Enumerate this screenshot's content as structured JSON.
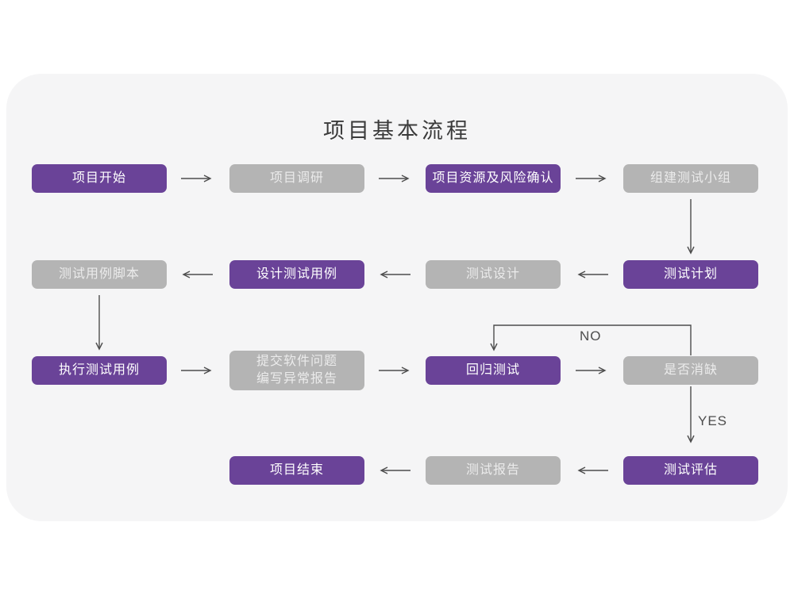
{
  "title": "项目基本流程",
  "colors": {
    "purple": "#6a4398",
    "gray_box": "#b4b4b4",
    "card_bg": "#f5f5f6",
    "arrow": "#4d4d4d",
    "purple_text": "#ffffff",
    "gray_text": "#ebebeb",
    "title_text": "#3b3b3b"
  },
  "branch_labels": {
    "no": "NO",
    "yes": "YES"
  },
  "nodes": [
    {
      "label": "项目开始",
      "variant": "purple"
    },
    {
      "label": "项目调研",
      "variant": "gray"
    },
    {
      "label": "项目资源及风险确认",
      "variant": "purple"
    },
    {
      "label": "组建测试小组",
      "variant": "gray"
    },
    {
      "label": "测试计划",
      "variant": "purple"
    },
    {
      "label": "测试设计",
      "variant": "gray"
    },
    {
      "label": "设计测试用例",
      "variant": "purple"
    },
    {
      "label": "测试用例脚本",
      "variant": "gray"
    },
    {
      "label": "执行测试用例",
      "variant": "purple"
    },
    {
      "label": "提交软件问题\n编写异常报告",
      "variant": "gray"
    },
    {
      "label": "回归测试",
      "variant": "purple"
    },
    {
      "label": "是否消缺",
      "variant": "gray"
    },
    {
      "label": "测试评估",
      "variant": "purple"
    },
    {
      "label": "测试报告",
      "variant": "gray"
    },
    {
      "label": "项目结束",
      "variant": "purple"
    }
  ]
}
